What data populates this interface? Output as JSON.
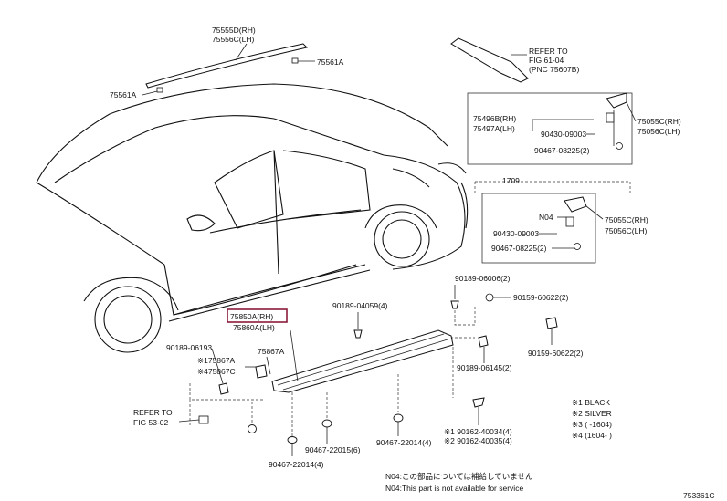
{
  "diagram_code": "753361C",
  "labels": {
    "moulding_roof_rh": "75555D(RH)",
    "moulding_roof_lh": "75556C(LH)",
    "clip_75561a_top": "75561A",
    "clip_75561a_left": "75561A",
    "refer_to_top": "REFER TO",
    "fig_61_04": "FIG 61-04",
    "pnc_75607b": "(PNC 75607B)",
    "box1_left_rh": "75496B(RH)",
    "box1_left_lh": "75497A(LH)",
    "box1_bolt": "90430-09003",
    "box1_clip": "90467-08225(2)",
    "box1_right_rh": "75055C(RH)",
    "box1_right_lh": "75056C(LH)",
    "box_divider_code": "1709",
    "box2_n04": "N04",
    "box2_bolt": "90430-09003",
    "box2_clip": "90467-08225(2)",
    "box2_right_rh": "75055C(RH)",
    "box2_right_lh": "75056C(LH)",
    "clip_90189_06006": "90189-06006(2)",
    "clip_90159_60622_top": "90159-60622(2)",
    "clip_90189_04059": "90189-04059(4)",
    "main_part_rh": "75850A(RH)",
    "main_part_lh": "75860A(LH)",
    "clip_90189_06193": "90189-06193",
    "part_75867a_left": "※175867A",
    "part_75867c": "※475867C",
    "part_75867a_right": "75867A",
    "clip_90159_60622_right": "90159-60622(2)",
    "clip_90189_06145": "90189-06145(2)",
    "refer_to_bottom": "REFER TO",
    "fig_53_02": "FIG 53-02",
    "screw_1": "※1 90162-40034(4)",
    "screw_2": "※2 90162-40035(4)",
    "clip_90467_22015": "90467-22015(6)",
    "clip_90467_22014_mid": "90467-22014(4)",
    "clip_90467_22014_bottom": "90467-22014(4)",
    "legend_1": "※1 BLACK",
    "legend_2": "※2 SILVER",
    "legend_3": "※3 (    -1604)",
    "legend_4": "※4 (1604-    )",
    "note_jp": "N04:この部品については補給していません",
    "note_en": "N04:This part is not available for service"
  },
  "colors": {
    "line": "#111111",
    "highlight_box": "#8b1a3a",
    "background": "#ffffff"
  }
}
